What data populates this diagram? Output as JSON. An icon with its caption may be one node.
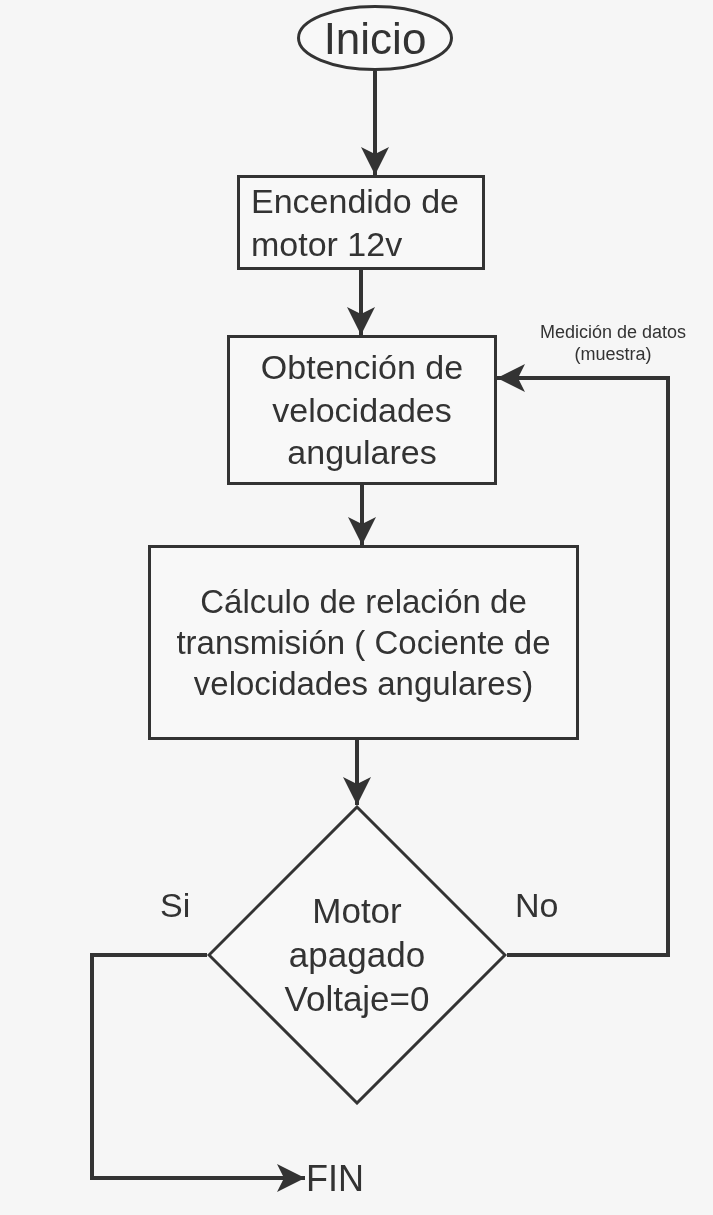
{
  "diagram": {
    "nodes": [
      {
        "text": [
          "Inicio"
        ]
      },
      {
        "text": [
          "Encendido de motor 12v"
        ]
      },
      {
        "text": [
          "Obtención de velocidades angulares"
        ]
      },
      {
        "text": [
          "Cálculo de relación de transmisión ( Cociente de velocidades angulares)"
        ]
      },
      {
        "text": [
          "Motor apagado Voltaje=0"
        ]
      },
      {
        "text": [
          "FIN"
        ]
      }
    ],
    "edges": [
      {
        "from": 0,
        "to": 1,
        "arrow": "to"
      },
      {
        "from": 1,
        "to": 2,
        "arrow": "to"
      },
      {
        "from": 2,
        "to": 3,
        "arrow": "to"
      },
      {
        "from": 3,
        "to": 4,
        "arrow": "to"
      },
      {
        "from": 4,
        "to": 5,
        "arrow": "to",
        "label": "Si"
      },
      {
        "from": 4,
        "to": 2,
        "arrow": "to",
        "label": "No"
      }
    ],
    "labels": [
      "Medición de datos (muestra)"
    ]
  }
}
